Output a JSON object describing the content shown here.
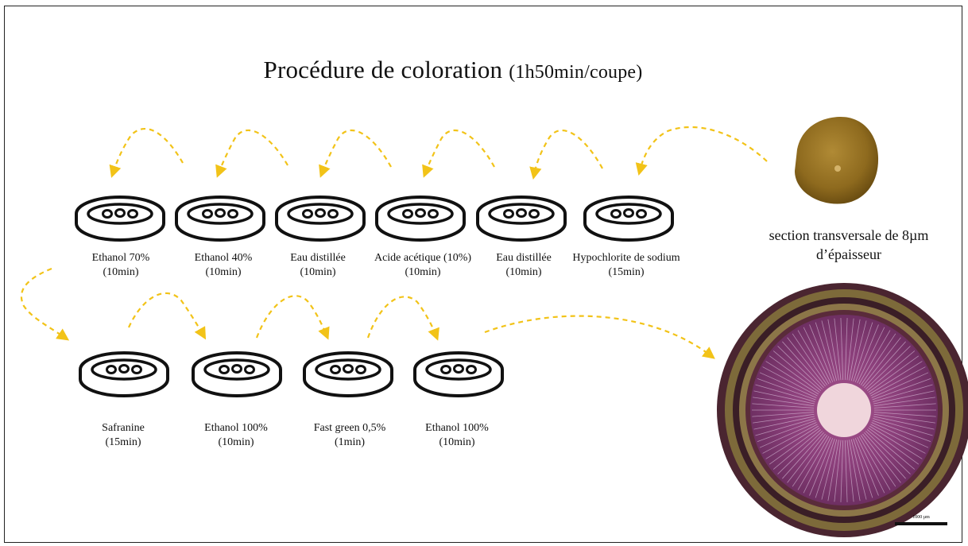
{
  "title": {
    "main": "Procédure de coloration",
    "sub": "(1h50min/coupe)"
  },
  "steps_row1": [
    {
      "name": "Ethanol 70%",
      "time": "(10min)"
    },
    {
      "name": "Ethanol 40%",
      "time": "(10min)"
    },
    {
      "name": "Eau distillée",
      "time": "(10min)"
    },
    {
      "name": "Acide acétique (10%)",
      "time": "(10min)"
    },
    {
      "name": "Eau distillée",
      "time": "(10min)"
    },
    {
      "name": "Hypochlorite de sodium",
      "time": "(15min)"
    }
  ],
  "steps_row2": [
    {
      "name": "Safranine",
      "time": "(15min)"
    },
    {
      "name": "Ethanol 100%",
      "time": "(10min)"
    },
    {
      "name": "Fast green 0,5%",
      "time": "(1min)"
    },
    {
      "name": "Ethanol 100%",
      "time": "(10min)"
    }
  ],
  "section": {
    "caption_line1": "section transversale de 8µm",
    "caption_line2": "d’épaisseur"
  },
  "scale_bar": {
    "label": "1000 µm"
  },
  "colors": {
    "arrow": "#f2c318",
    "outline": "#111111",
    "raw_section": "#8e6a1e",
    "stained_outer": "#5a2b3a",
    "stained_xylem": "#8a3f7a",
    "stained_pith": "#f0d6dc"
  },
  "icons": {
    "dish": "petri-dish-icon"
  }
}
